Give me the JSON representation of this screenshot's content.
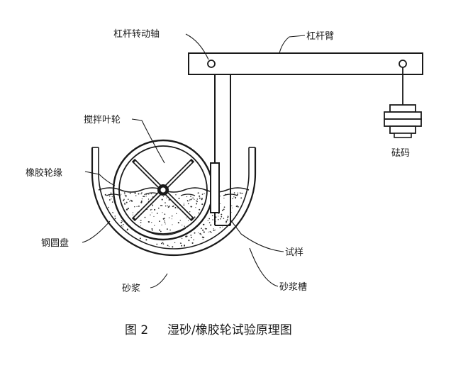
{
  "labels": {
    "pivot": "杠杆转动轴",
    "lever_arm": "杠杆臂",
    "impeller": "搅拌叶轮",
    "rubber_rim": "橡胶轮缘",
    "steel_disk": "钢圆盘",
    "specimen": "试样",
    "mortar": "砂浆",
    "mortar_tank": "砂浆槽",
    "weight": "砝码"
  },
  "caption": {
    "figure_no": "图 2",
    "title": "湿砂/橡胶轮试验原理图"
  },
  "colors": {
    "ink": "#1a1a1a",
    "background": "#ffffff"
  }
}
